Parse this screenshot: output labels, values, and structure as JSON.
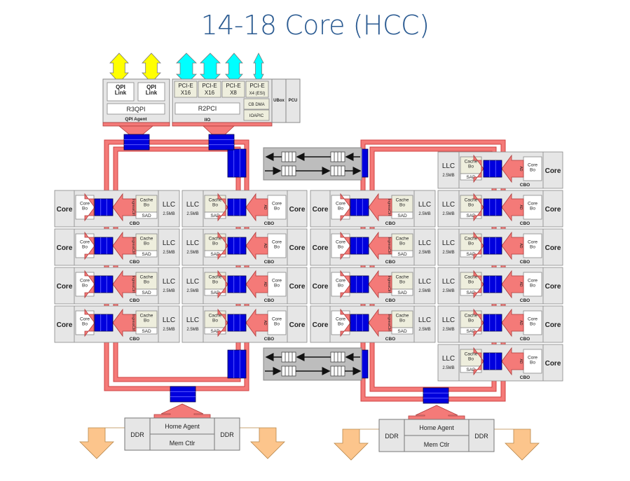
{
  "title": "14-18 Core (HCC)",
  "colors": {
    "title": "#2a5a91",
    "qpi_arrow": "#ffff00",
    "pcie_arrow": "#00ffff",
    "ring": "#f47a78",
    "ring_stop": "#0000dd",
    "block_fill": "#e6e6e6",
    "ddr_arrow": "#fcc58c",
    "crossbar": "#bdbdbd",
    "cache_fill": "#eeeedd"
  },
  "qpi_agent": {
    "links": [
      "QPI\nLink",
      "QPI\nLink"
    ],
    "r3qpi": "R3QPI",
    "label": "QPI Agent"
  },
  "iio": {
    "pcie": [
      "PCI-E\nX16",
      "PCI-E\nX16",
      "PCI-E\nX8",
      "PCI-E\nX4 (ESI)"
    ],
    "r2pci": "R2PCI",
    "cb_dma": "CB DMA",
    "ioapic": "IOAPIC",
    "label": "IIO",
    "ubox": "UBox",
    "pcu": "PCU"
  },
  "tile": {
    "core": "Core",
    "core_bo": "Core\nBo",
    "cache_bo": "Cache\nBo",
    "sad": "SAD",
    "llc": "LLC",
    "llc_size": "2.5MB",
    "cbo": "CBO",
    "ad_label": "AD",
    "ingress_label": "IngressCtrl"
  },
  "columns": [
    {
      "name": "column-1",
      "orientation": "core-left",
      "rows": [
        1,
        2,
        3,
        4
      ]
    },
    {
      "name": "column-2",
      "orientation": "llc-left",
      "rows": [
        1,
        2,
        3,
        4
      ]
    },
    {
      "name": "column-3",
      "orientation": "core-left",
      "rows": [
        1,
        2,
        3,
        4
      ]
    },
    {
      "name": "column-4",
      "orientation": "llc-left",
      "rows": [
        0,
        1,
        2,
        3,
        4,
        5
      ]
    }
  ],
  "memory_controllers": [
    {
      "home_agent": "Home Agent",
      "mem_ctlr": "Mem Ctlr",
      "ddr_left": "DDR",
      "ddr_right": "DDR"
    },
    {
      "home_agent": "Home Agent",
      "mem_ctlr": "Mem Ctlr",
      "ddr_left": "DDR",
      "ddr_right": "DDR"
    }
  ],
  "ring_crossbars": [
    "top-switch",
    "bottom-switch"
  ]
}
